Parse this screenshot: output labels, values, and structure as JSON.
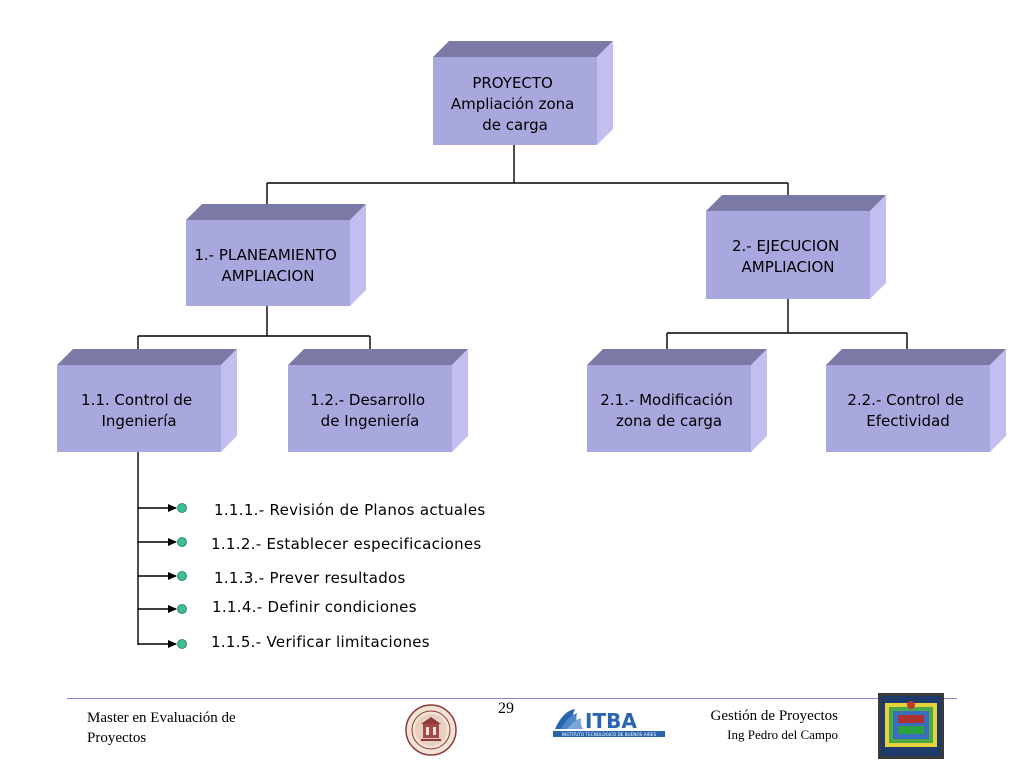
{
  "diagram": {
    "root": {
      "lines": [
        "PROYECTO",
        "Ampliación zona",
        "de carga"
      ]
    },
    "level1": [
      {
        "lines": [
          "1.- PLANEAMIENTO",
          "AMPLIACION"
        ]
      },
      {
        "lines": [
          "2.- EJECUCION",
          "AMPLIACION"
        ]
      }
    ],
    "level2": [
      {
        "lines": [
          "1.1. Control de",
          "Ingeniería"
        ]
      },
      {
        "lines": [
          "1.2.- Desarrollo",
          "de Ingeniería"
        ]
      },
      {
        "lines": [
          "2.1.- Modificación",
          "zona de carga"
        ]
      },
      {
        "lines": [
          "2.2.- Control de",
          "Efectividad"
        ]
      }
    ],
    "tasks": [
      "1.1.1.- Revisión de Planos actuales",
      "1.1.2.- Establecer especificaciones",
      "1.1.3.- Prever resultados",
      "1.1.4.- Definir condiciones",
      "1.1.5.- Verificar limitaciones"
    ]
  },
  "footer": {
    "left": [
      "Master en Evaluación de",
      "Proyectos"
    ],
    "page_number": "29",
    "right": [
      "Gestión de Proyectos",
      "Ing Pedro del Campo"
    ],
    "logos": [
      "university-seal",
      "itba-logo",
      "course-thumbnail"
    ],
    "itba_text": "ITBA",
    "itba_sub": "INSTITUTO TECNOLOGICO DE BUENOS AIRES"
  },
  "colors": {
    "box_front": "#a9a8de",
    "box_top": "#7b7aa6",
    "box_side": "#c0bff0",
    "connector": "#000000",
    "bullet": "#3fbf8f",
    "footer_rule": "#8a8ad0"
  }
}
